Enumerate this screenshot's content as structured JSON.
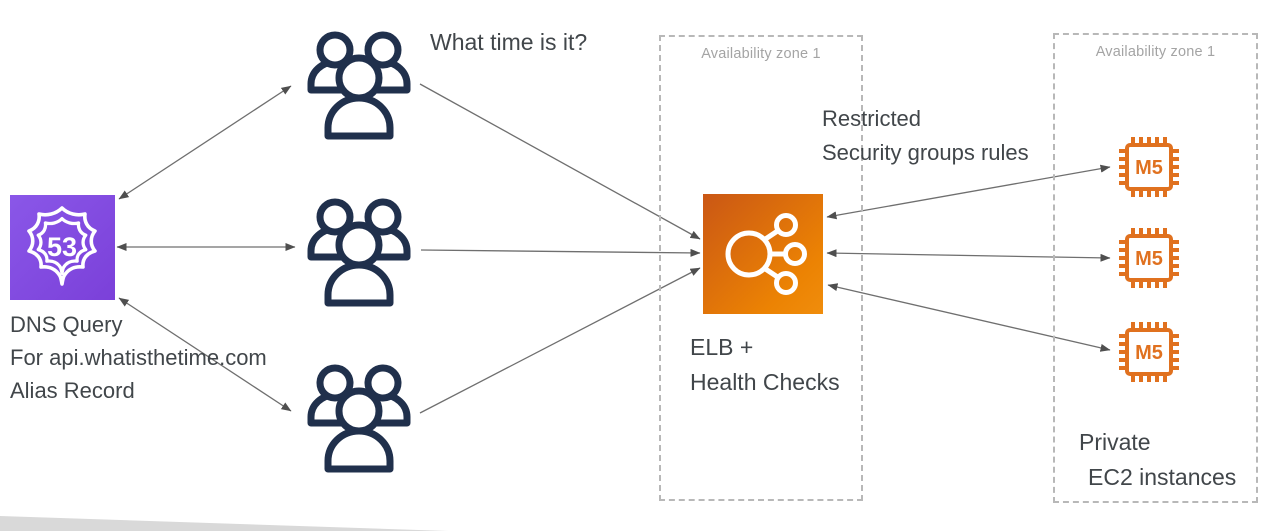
{
  "route53": {
    "icon_text": "53",
    "caption": [
      "DNS Query",
      "For api.whatisthetime.com",
      "Alias Record"
    ]
  },
  "users": {
    "question": "What time is it?"
  },
  "elb": {
    "caption": [
      "ELB +",
      "Health Checks"
    ]
  },
  "security_note": [
    "Restricted",
    "Security groups rules"
  ],
  "zones": {
    "left_label": "Availability zone 1",
    "right_label": "Availability zone 1"
  },
  "ec2": {
    "chip_label": "M5",
    "caption": [
      "Private",
      "EC2 instances"
    ]
  },
  "colors": {
    "route53_purple": "#8050e0",
    "elb_orange": "#e4761f",
    "ec2_chip_orange": "#e0711f",
    "users_navy": "#20304c",
    "arrow_gray": "#6f6f6f",
    "zone_border_gray": "#b8b8b8",
    "zone_label_gray": "#a4a4a4",
    "text_gray": "#41464a",
    "swoosh_gray": "#d9d9d9"
  }
}
